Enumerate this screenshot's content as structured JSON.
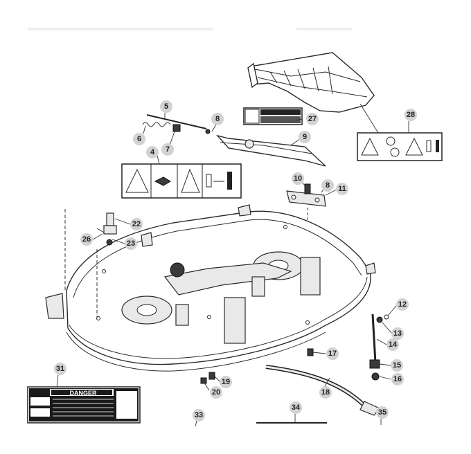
{
  "callouts": [
    {
      "label": "4"
    },
    {
      "label": "5"
    },
    {
      "label": "6"
    },
    {
      "label": "7"
    },
    {
      "label": "8"
    },
    {
      "label": "9"
    },
    {
      "label": "10"
    },
    {
      "label": "8"
    },
    {
      "label": "11"
    },
    {
      "label": "12"
    },
    {
      "label": "13"
    },
    {
      "label": "14"
    },
    {
      "label": "15"
    },
    {
      "label": "16"
    },
    {
      "label": "17"
    },
    {
      "label": "18"
    },
    {
      "label": "19"
    },
    {
      "label": "20"
    },
    {
      "label": "22"
    },
    {
      "label": "23"
    },
    {
      "label": "26"
    },
    {
      "label": "27"
    },
    {
      "label": "28"
    },
    {
      "label": "31"
    },
    {
      "label": "33"
    },
    {
      "label": "34"
    },
    {
      "label": "35"
    }
  ],
  "decals": {
    "danger_heading": "DANGER"
  }
}
